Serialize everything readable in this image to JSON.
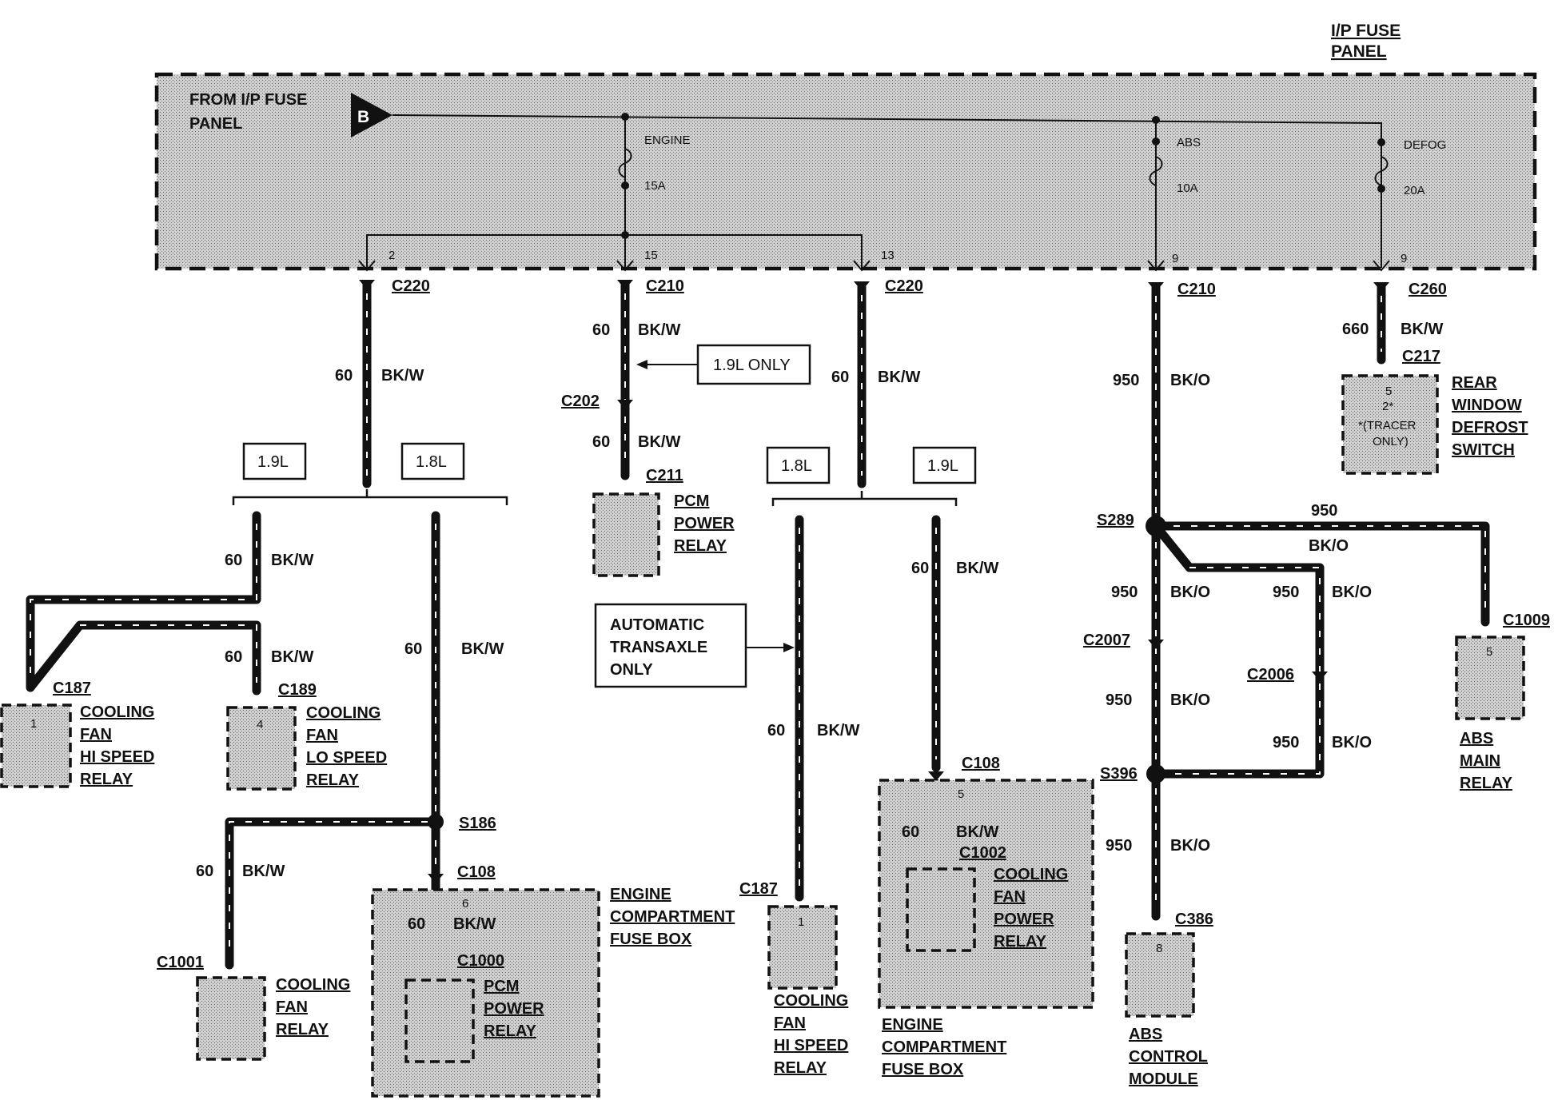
{
  "header": {
    "title_l1": "I/P FUSE",
    "title_l2": "PANEL"
  },
  "panel": {
    "label_l1": "FROM I/P FUSE",
    "label_l2": "PANEL",
    "source_badge": "B",
    "fuses": [
      {
        "name": "ENGINE",
        "rating": "15A"
      },
      {
        "name": "ABS",
        "rating": "10A"
      },
      {
        "name": "DEFOG",
        "rating": "20A"
      }
    ],
    "pins": [
      "2",
      "15",
      "13",
      "9",
      "9"
    ]
  },
  "connectors": {
    "c220_a": "C220",
    "c210_a": "C210",
    "c220_b": "C220",
    "c210_b": "C210",
    "c260": "C260",
    "c217": "C217",
    "c202": "C202",
    "c211": "C211",
    "s289": "S289",
    "c1009": "C1009",
    "c2007": "C2007",
    "c2006": "C2006",
    "s396": "S396",
    "c386": "C386",
    "c187_a": "C187",
    "c189": "C189",
    "s186": "S186",
    "c108_a": "C108",
    "c1000": "C1000",
    "c1001": "C1001",
    "c187_b": "C187",
    "c108_b": "C108",
    "c1002": "C1002"
  },
  "wire_labels": {
    "circuit_60": "60",
    "circuit_950": "950",
    "circuit_660": "660",
    "color_bkw": "BK/W",
    "color_bko": "BK/O"
  },
  "notes": {
    "l19": "1.9L",
    "l18": "1.8L",
    "l19_only": "1.9L ONLY",
    "auto_l1": "AUTOMATIC",
    "auto_l2": "TRANSAXLE",
    "auto_l3": "ONLY"
  },
  "components": {
    "rear_defrost": {
      "l1": "REAR",
      "l2": "WINDOW",
      "l3": "DEFROST",
      "l4": "SWITCH",
      "pin_a": "5",
      "pin_b": "2*",
      "note_l1": "*(TRACER",
      "note_l2": "ONLY)"
    },
    "pcm_relay_a": {
      "l1": "PCM",
      "l2": "POWER",
      "l3": "RELAY"
    },
    "abs_main": {
      "l1": "ABS",
      "l2": "MAIN",
      "l3": "RELAY",
      "pin": "5"
    },
    "abs_module": {
      "l1": "ABS",
      "l2": "CONTROL",
      "l3": "MODULE",
      "pin": "8"
    },
    "fan_hi_a": {
      "l1": "COOLING",
      "l2": "FAN",
      "l3": "HI SPEED",
      "l4": "RELAY",
      "pin": "1"
    },
    "fan_lo": {
      "l1": "COOLING",
      "l2": "FAN",
      "l3": "LO SPEED",
      "l4": "RELAY",
      "pin": "4"
    },
    "fan_relay": {
      "l1": "COOLING",
      "l2": "FAN",
      "l3": "RELAY"
    },
    "fusebox_a": {
      "l1": "ENGINE",
      "l2": "COMPARTMENT",
      "l3": "FUSE BOX",
      "pin": "6"
    },
    "pcm_relay_b": {
      "l1": "PCM",
      "l2": "POWER",
      "l3": "RELAY"
    },
    "fan_hi_b": {
      "l1": "COOLING",
      "l2": "FAN",
      "l3": "HI SPEED",
      "l4": "RELAY",
      "pin": "1"
    },
    "fusebox_b": {
      "l1": "ENGINE",
      "l2": "COMPARTMENT",
      "l3": "FUSE BOX",
      "pin": "5"
    },
    "fan_power": {
      "l1": "COOLING",
      "l2": "FAN",
      "l3": "POWER",
      "l4": "RELAY"
    }
  }
}
